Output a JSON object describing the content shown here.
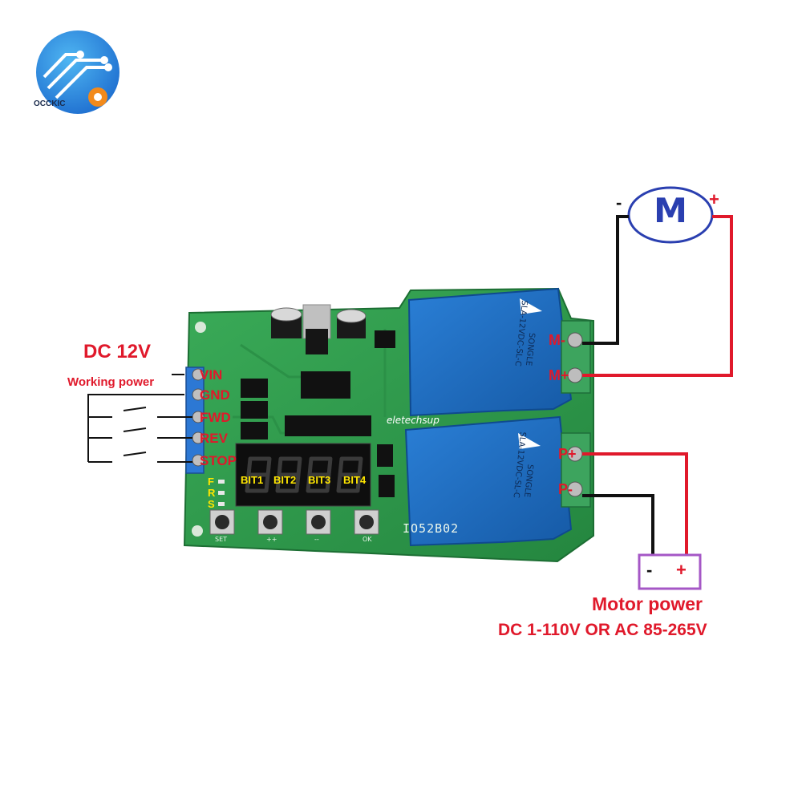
{
  "logo": {
    "text": "OCCKIC",
    "icon": "circuit-gear-logo"
  },
  "power_input": {
    "voltage_label": "DC 12V",
    "description": "Working power"
  },
  "terminals_left": [
    "VIN",
    "GND",
    "FWD",
    "REV",
    "STOP"
  ],
  "display": {
    "digit_labels": [
      "BIT1",
      "BIT2",
      "BIT3",
      "BIT4"
    ],
    "indicator_labels": [
      "F",
      "R",
      "S"
    ]
  },
  "buttons": [
    "SET",
    "++",
    "--",
    "OK"
  ],
  "board": {
    "brand": "eletechsup",
    "model": "IO52B02",
    "relay_text": [
      "SLA-12VDC-SL-C",
      "SONGLE"
    ]
  },
  "terminals_right": [
    "M-",
    "M+",
    "P+",
    "P-"
  ],
  "motor": {
    "symbol": "M",
    "minus_sign": "-",
    "plus_sign": "+"
  },
  "motor_power": {
    "title": "Motor power",
    "spec": "DC 1-110V OR AC 85-265V",
    "minus_sign": "-",
    "plus_sign": "+"
  },
  "colors": {
    "label_red": "#e0192b",
    "label_yellow": "#ffe600",
    "pcb_green": "#2e9a4c",
    "relay_blue": "#1f6cc0",
    "terminal_green": "#3da45e",
    "terminal_blue": "#2c78d4",
    "wire_black": "#111111",
    "wire_red": "#e0192b",
    "supply_box": "#a557c6",
    "motor_outline": "#2a3fb0"
  }
}
